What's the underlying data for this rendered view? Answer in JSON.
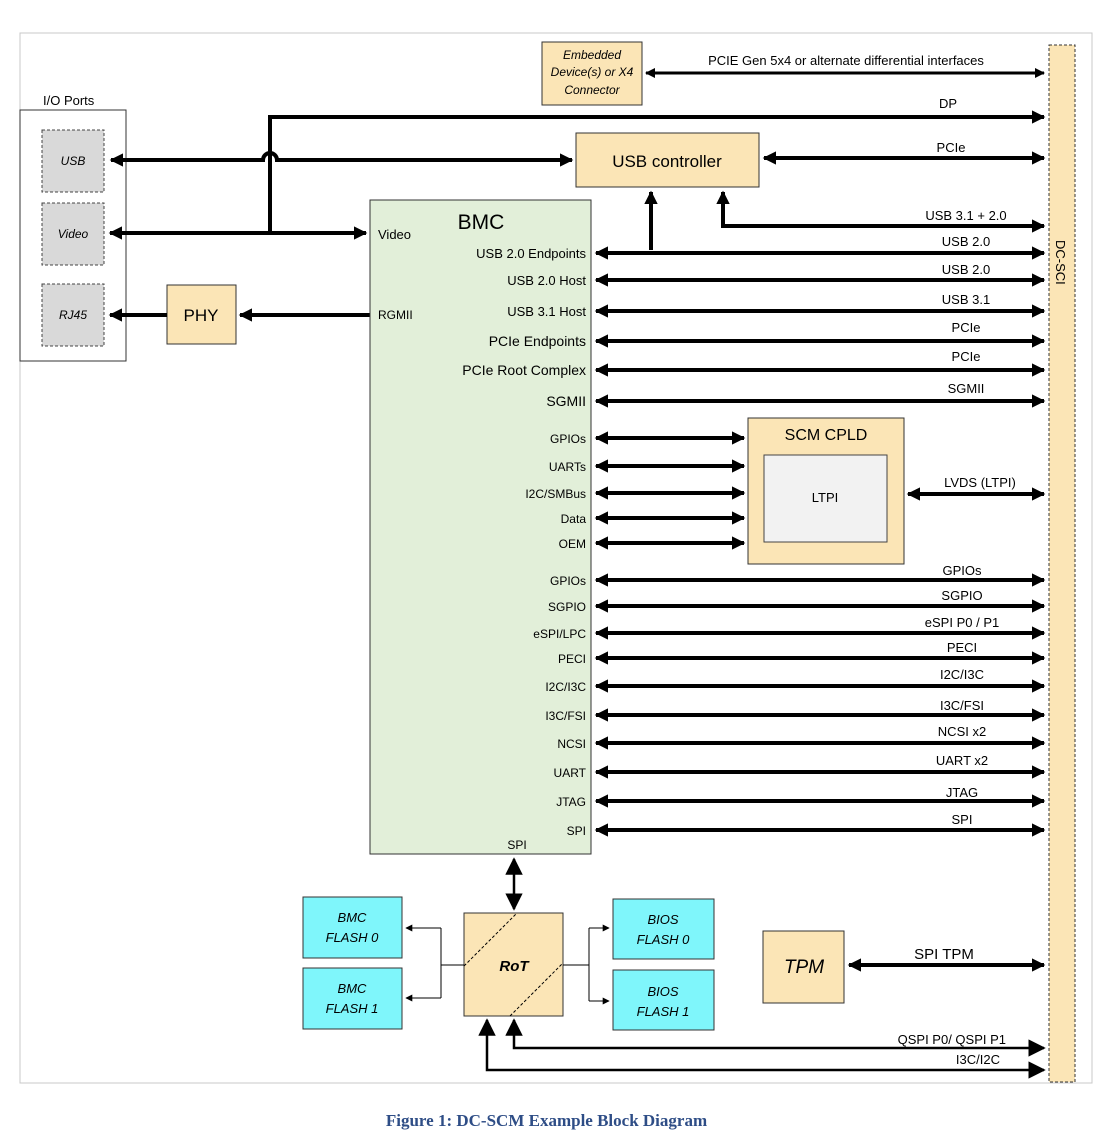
{
  "io_ports": {
    "title": "I/O Ports",
    "ports": [
      "USB",
      "Video",
      "RJ45"
    ]
  },
  "embedded": {
    "lines": [
      "Embedded",
      "Device(s) or X4",
      "Connector"
    ]
  },
  "bus_labels": {
    "pcie_gen5": "PCIE Gen 5x4 or alternate differential interfaces",
    "dp": "DP",
    "pcie_usb": "PCIe"
  },
  "usb_controller": "USB controller",
  "phy": "PHY",
  "bmc": {
    "title": "BMC",
    "left_ports": [
      "Video",
      "RGMII"
    ],
    "ports_top": [
      "USB 2.0 Endpoints",
      "USB 2.0 Host",
      "USB 3.1 Host",
      "PCIe Endpoints",
      "PCIe Root Complex",
      "SGMII"
    ],
    "ports_cpld": [
      "GPIOs",
      "UARTs",
      "I2C/SMBus",
      "Data",
      "OEM"
    ],
    "ports_bottom": [
      "GPIOs",
      "SGPIO",
      "eSPI/LPC",
      "PECI",
      "I2C/I3C",
      "I3C/FSI",
      "NCSI",
      "UART",
      "JTAG",
      "SPI"
    ],
    "spi_bottom": "SPI"
  },
  "right_labels_top": [
    "USB 3.1 + 2.0",
    "USB 2.0",
    "USB 2.0",
    "USB 3.1",
    "PCIe",
    "PCIe",
    "SGMII"
  ],
  "right_labels_bottom": [
    "GPIOs",
    "SGPIO",
    "eSPI P0 / P1",
    "PECI",
    "I2C/I3C",
    "I3C/FSI",
    "NCSI x2",
    "UART x2",
    "JTAG",
    "SPI"
  ],
  "cpld": {
    "title": "SCM CPLD",
    "inner": "LTPI",
    "link": "LVDS (LTPI)"
  },
  "flash": {
    "bmc0": [
      "BMC",
      "FLASH 0"
    ],
    "bmc1": [
      "BMC",
      "FLASH 1"
    ],
    "bios0": [
      "BIOS",
      "FLASH 0"
    ],
    "bios1": [
      "BIOS",
      "FLASH 1"
    ]
  },
  "rot": "RoT",
  "tpm": "TPM",
  "spi_tpm": "SPI TPM",
  "qspi": "QSPI P0/ QSPI P1",
  "i3c_i2c": "I3C/I2C",
  "dc_scm": "DC-SCI",
  "caption": "Figure 1: DC-SCM Example Block Diagram",
  "colors": {
    "bmc": "#e2efd9",
    "box": "#fbe5b6",
    "flash": "#7ff6fb",
    "port": "#d9d9d9",
    "caption": "#2e4d86"
  }
}
